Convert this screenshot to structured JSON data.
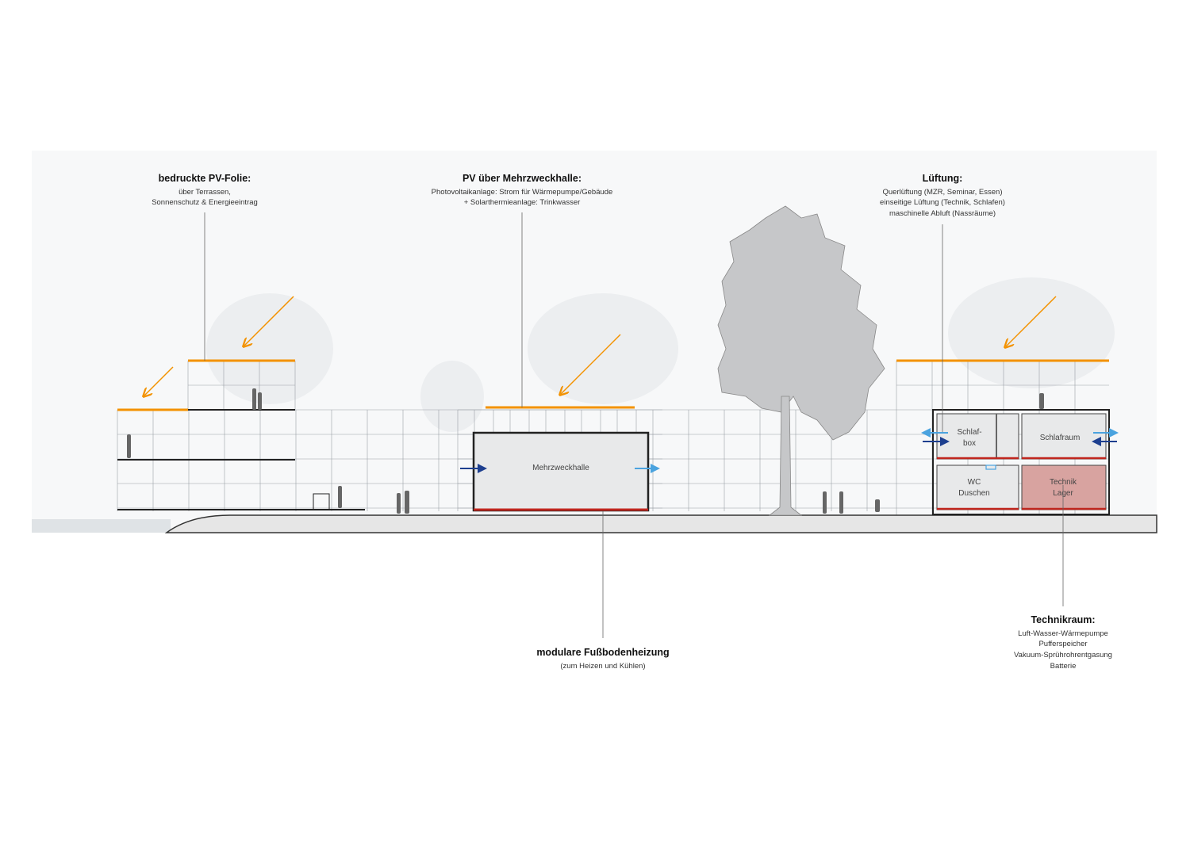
{
  "annotations": {
    "pv_folie": {
      "title": "bedruckte PV-Folie:",
      "lines": [
        "über Terrassen,",
        "Sonnenschutz & Energieeintrag"
      ]
    },
    "pv_halle": {
      "title": "PV über Mehrzweckhalle:",
      "lines": [
        "Photovoltaikanlage: Strom für Wärmepumpe/Gebäude",
        "+ Solarthermieanlage: Trinkwasser"
      ]
    },
    "lueftung": {
      "title": "Lüftung:",
      "lines": [
        "Querlüftung (MZR, Seminar, Essen)",
        "einseitige Lüftung (Technik, Schlafen)",
        "maschinelle Abluft (Nassräume)"
      ]
    },
    "heizung": {
      "title": "modulare Fußbodenheizung",
      "lines": [
        "(zum Heizen und Kühlen)"
      ]
    },
    "technikraum": {
      "title": "Technikraum:",
      "lines": [
        "Luft-Wasser-Wärmepumpe",
        "Pufferspeicher",
        "Vakuum-Sprührohrentgasung",
        "Batterie"
      ]
    }
  },
  "rooms": {
    "hall": "Mehrzweckhalle",
    "schlafbox": [
      "Schlaf-",
      "box"
    ],
    "schlafraum": "Schlafraum",
    "wc": [
      "WC",
      "Duschen"
    ],
    "technik": [
      "Technik",
      "Lager"
    ]
  },
  "colors": {
    "pv": "#f39200",
    "heating": "#c0261e",
    "air_in": "#1d3f8f",
    "air_out": "#4aa3df",
    "technik_fill": "#d8a3a0"
  }
}
